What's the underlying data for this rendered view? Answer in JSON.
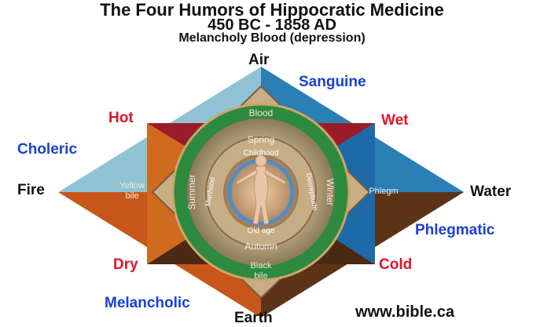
{
  "header": {
    "title": "The Four Humors of Hippocratic Medicine",
    "dates": "450 BC - 1858 AD",
    "subtitle": "Melancholy Blood (depression)"
  },
  "elements": {
    "air": "Air",
    "earth": "Earth",
    "fire": "Fire",
    "water": "Water"
  },
  "qualities": {
    "hot": "Hot",
    "wet": "Wet",
    "dry": "Dry",
    "cold": "Cold"
  },
  "temperaments": {
    "sanguine": "Sanguine",
    "choleric": "Choleric",
    "phlegmatic": "Phlegmatic",
    "melancholic": "Melancholic"
  },
  "humors": {
    "blood": "Blood",
    "yellow_bile": [
      "Yellow",
      "bile"
    ],
    "phlegm": "Phlegm",
    "black_bile": [
      "Black",
      "bile"
    ]
  },
  "seasons": {
    "spring": "Spring",
    "summer": "Summer",
    "winter": "Winter",
    "autumn": "Autumn"
  },
  "ages": {
    "childhood": "Childhood",
    "manhood": "Manhood",
    "decrepitude": "Decrepitude",
    "old_age": "Old age"
  },
  "website": "www.bible.ca",
  "colors": {
    "air_sky": "#8fc3d4",
    "fire_orange": "#c8561a",
    "water_blue": "#2a7fb5",
    "earth_brown": "#5b3418",
    "blood_red": "#9a1c2a",
    "green": "#2e8a3f",
    "red_text": "#e0142a",
    "blue_text": "#1a3fd6"
  }
}
